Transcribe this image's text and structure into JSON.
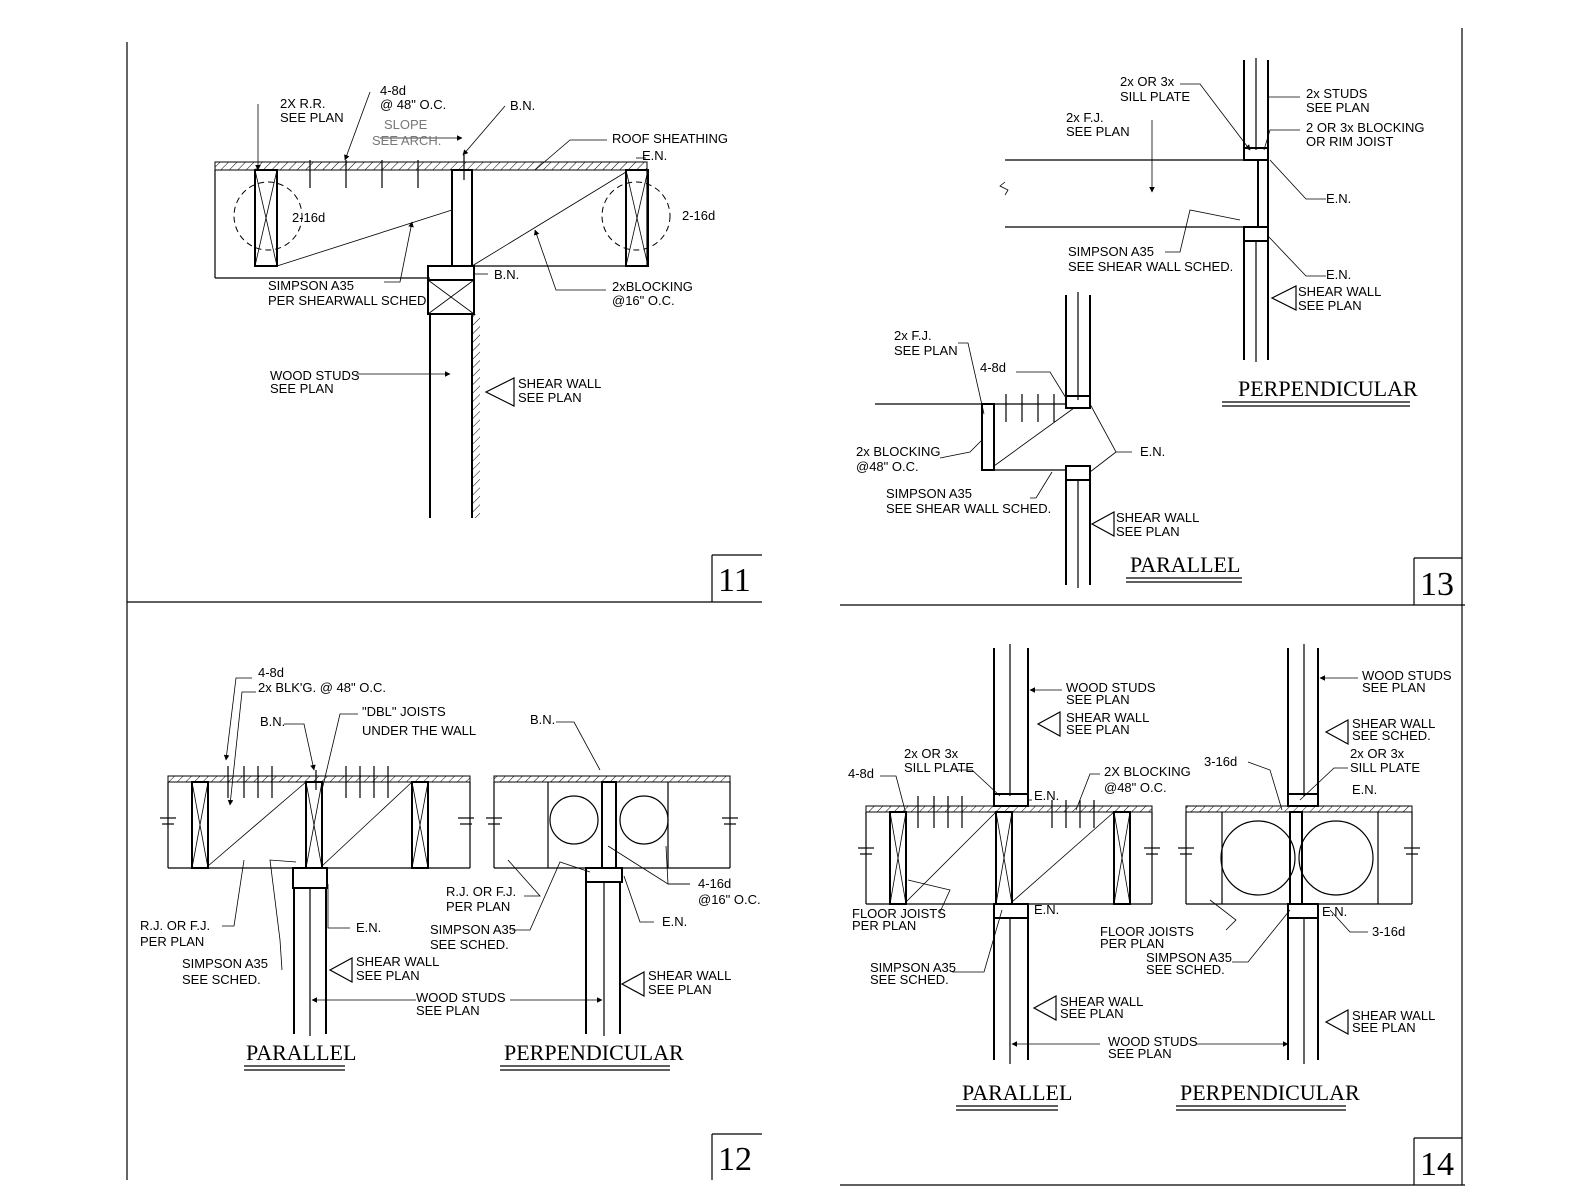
{
  "details": [
    {
      "id": "detail-11",
      "number": "11",
      "labels": {
        "rr": [
          "2X R.R.",
          "SEE PLAN"
        ],
        "nails": [
          "4-8d",
          "@ 48\" O.C."
        ],
        "slope": [
          "SLOPE",
          "SEE ARCH."
        ],
        "bn_top": "B.N.",
        "roof_sheathing": "ROOF SHEATHING",
        "en": "E.N.",
        "left_16d": "2-16d",
        "right_16d": "2-16d",
        "simpson": [
          "SIMPSON A35",
          "PER SHEARWALL SCHED."
        ],
        "bn_bottom": "B.N.",
        "blocking": [
          "2xBLOCKING",
          "@16\" O.C."
        ],
        "wood_studs": [
          "WOOD STUDS",
          "SEE PLAN"
        ],
        "shear_wall": [
          "SHEAR WALL",
          "SEE PLAN"
        ]
      }
    },
    {
      "id": "detail-13",
      "number": "13",
      "labels": {
        "sill_plate": [
          "2x OR 3x",
          "SILL PLATE"
        ],
        "studs": [
          "2x STUDS",
          "SEE PLAN"
        ],
        "fj_top": [
          "2x F.J.",
          "SEE PLAN"
        ],
        "blocking_rim": [
          "2 OR 3x BLOCKING",
          "OR RIM JOIST"
        ],
        "en_1": "E.N.",
        "simpson_top": [
          "SIMPSON A35",
          "SEE SHEAR WALL SCHED."
        ],
        "en_2": "E.N.",
        "shear_wall_top": [
          "SHEAR WALL",
          "SEE PLAN"
        ],
        "perpendicular": "PERPENDICULAR",
        "fj_bottom": [
          "2x F.J.",
          "SEE PLAN"
        ],
        "nails": "4-8d",
        "blocking": [
          "2x BLOCKING",
          "@48\" O.C."
        ],
        "en_3": "E.N.",
        "simpson_bottom": [
          "SIMPSON A35",
          "SEE SHEAR WALL SCHED."
        ],
        "shear_wall_bottom": [
          "SHEAR WALL",
          "SEE PLAN"
        ],
        "parallel": "PARALLEL"
      }
    },
    {
      "id": "detail-12",
      "number": "12",
      "labels": {
        "nails": "4-8d",
        "blkg": "2x BLK'G. @ 48\" O.C.",
        "bn_left": "B.N.",
        "dbl": [
          "\"DBL\" JOISTS",
          "UNDER THE WALL"
        ],
        "bn_right": "B.N.",
        "rj_left": [
          "R.J. OR F.J.",
          "PER PLAN"
        ],
        "en_left": "E.N.",
        "simpson_left": [
          "SIMPSON A35",
          "SEE SCHED."
        ],
        "shear_wall_left": [
          "SHEAR WALL",
          "SEE PLAN"
        ],
        "wood_studs": [
          "WOOD STUDS",
          "SEE PLAN"
        ],
        "rj_right": [
          "R.J. OR F.J.",
          "PER PLAN"
        ],
        "simpson_right": [
          "SIMPSON A35",
          "SEE SCHED."
        ],
        "en_right": "E.N.",
        "nails_16d": [
          "4-16d",
          "@16\" O.C."
        ],
        "shear_wall_right": [
          "SHEAR WALL",
          "SEE PLAN"
        ],
        "parallel": "PARALLEL",
        "perpendicular": "PERPENDICULAR"
      }
    },
    {
      "id": "detail-14",
      "number": "14",
      "labels": {
        "wood_studs_left": [
          "WOOD STUDS",
          "SEE PLAN"
        ],
        "shear_wall_left_top": [
          "SHEAR WALL",
          "SEE PLAN"
        ],
        "sill_left": [
          "2x OR 3x",
          "SILL PLATE"
        ],
        "nails": "4-8d",
        "blocking": [
          "2X BLOCKING",
          "@48\" O.C."
        ],
        "en_left_top": "E.N.",
        "floor_joists_left": [
          "FLOOR JOISTS",
          "PER PLAN"
        ],
        "en_left_bottom": "E.N.",
        "simpson_left": [
          "SIMPSON A35",
          "SEE SCHED."
        ],
        "shear_wall_left_bottom": [
          "SHEAR WALL",
          "SEE PLAN"
        ],
        "wood_studs_mid": [
          "WOOD STUDS",
          "SEE PLAN"
        ],
        "wood_studs_right": [
          "WOOD STUDS",
          "SEE PLAN"
        ],
        "shear_wall_right_top": [
          "SHEAR WALL",
          "SEE SCHED."
        ],
        "nails_16d_top": "3-16d",
        "sill_right": [
          "2x OR 3x",
          "SILL PLATE"
        ],
        "en_right_top": "E.N.",
        "floor_joists_right": [
          "FLOOR JOISTS",
          "PER PLAN"
        ],
        "simpson_right": [
          "SIMPSON A35",
          "SEE SCHED."
        ],
        "en_right_bottom": "E.N.",
        "nails_16d_bottom": "3-16d",
        "shear_wall_right_bottom": [
          "SHEAR WALL",
          "SEE PLAN"
        ],
        "parallel": "PARALLEL",
        "perpendicular": "PERPENDICULAR"
      }
    }
  ]
}
